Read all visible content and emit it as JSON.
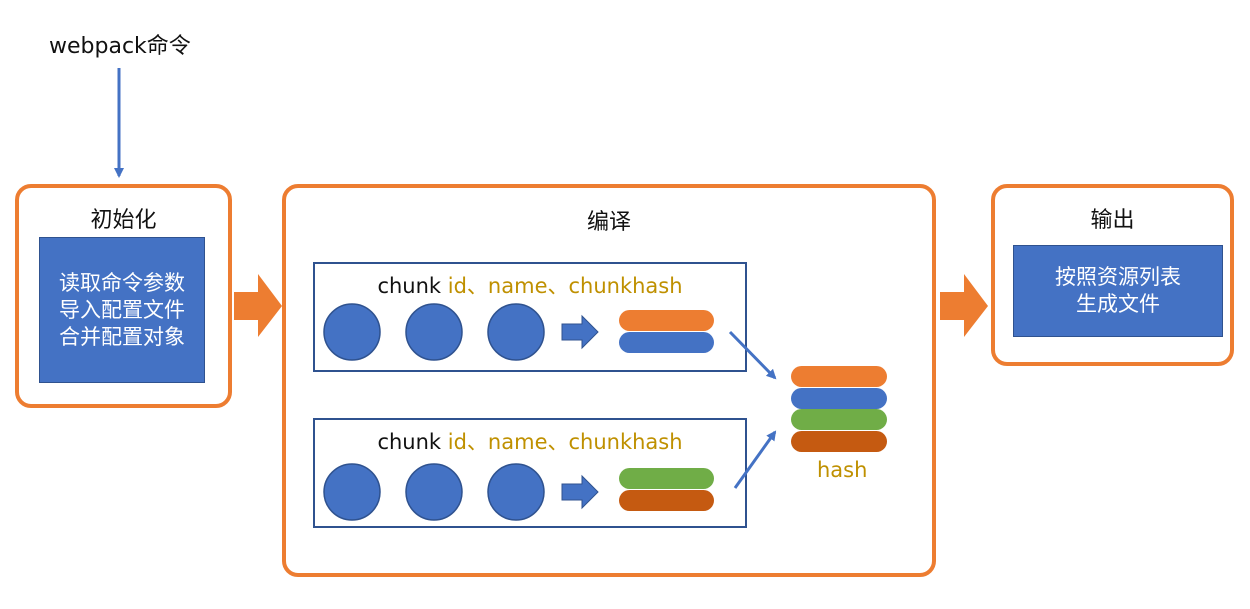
{
  "trigger": {
    "label": "webpack命令"
  },
  "stages": {
    "init": {
      "title": "初始化",
      "lines": [
        "读取命令参数",
        "导入配置文件",
        "合并配置对象"
      ]
    },
    "compile": {
      "title": "编译"
    },
    "output": {
      "title": "输出",
      "lines": [
        "按照资源列表",
        "生成文件"
      ]
    }
  },
  "chunks": [
    {
      "word": "chunk",
      "fields": "id、name、chunkhash",
      "bar_colors": [
        "#ED7D31",
        "#4472C4"
      ]
    },
    {
      "word": "chunk",
      "fields": "id、name、chunkhash",
      "bar_colors": [
        "#70AD47",
        "#C55A11"
      ]
    }
  ],
  "hash": {
    "label": "hash",
    "bar_colors": [
      "#ED7D31",
      "#4472C4",
      "#70AD47",
      "#C55A11"
    ]
  },
  "colors": {
    "accent_orange": "#ED7D31",
    "primary_blue": "#4472C4",
    "dark_blue": "#2F528F",
    "green": "#70AD47",
    "brown": "#C55A11",
    "gold_text": "#BF9000"
  }
}
